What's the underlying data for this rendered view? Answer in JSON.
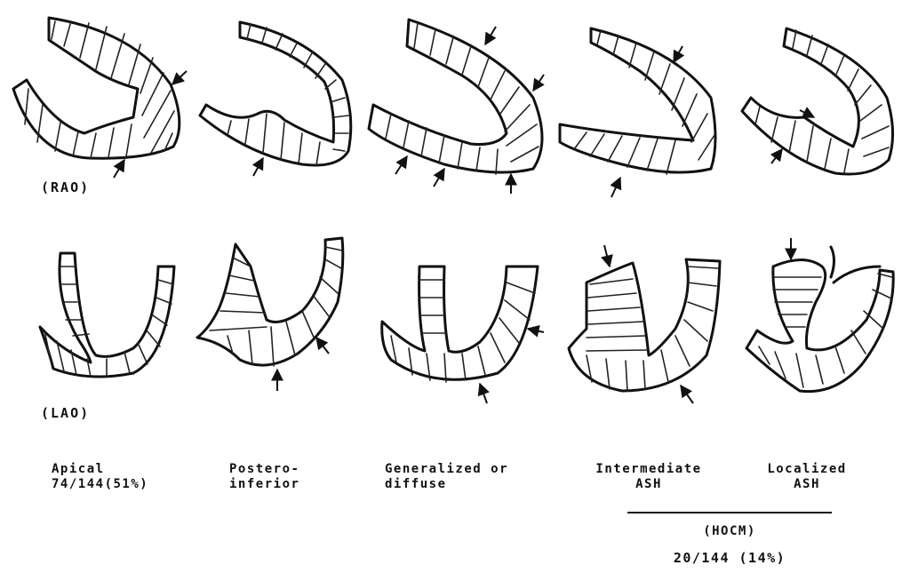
{
  "views": {
    "rao": "(RAO)",
    "lao": "(LAO)"
  },
  "patterns": [
    {
      "id": "apical",
      "line1": "Apical",
      "line2": "74/144(51%)"
    },
    {
      "id": "postero-inferior",
      "line1": "Postero-",
      "line2": "inferior"
    },
    {
      "id": "generalized",
      "line1": "Generalized or",
      "line2": "diffuse"
    },
    {
      "id": "intermediate-ash",
      "line1": "Intermediate",
      "line2": "ASH"
    },
    {
      "id": "localized-ash",
      "line1": "Localized",
      "line2": "ASH"
    }
  ],
  "hocm": {
    "label": "(HOCM)",
    "count": "20/144 (14%)"
  }
}
